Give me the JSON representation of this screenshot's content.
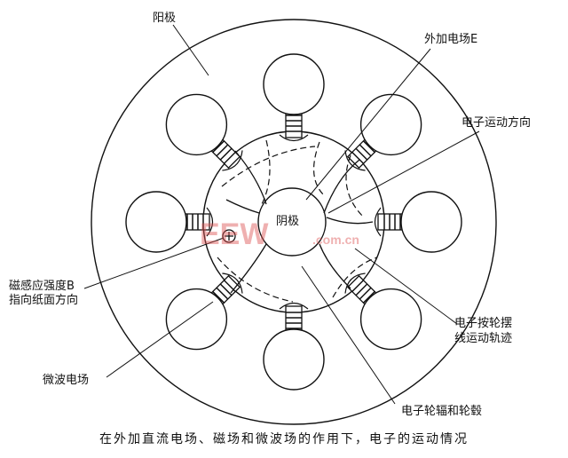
{
  "labels": {
    "anode": "阳极",
    "cathode": "阴极",
    "external_field": "外加电场E",
    "electron_direction": "电子运动方向",
    "magnetic_b_line1": "磁感应强度B",
    "magnetic_b_line2": "指向纸面方向",
    "microwave_field": "微波电场",
    "cycloid_line1": "电子按轮摆",
    "cycloid_line2": "线运动轨迹",
    "spokes_hub": "电子轮辐和轮毂"
  },
  "caption": "在外加直流电场、磁场和微波场的作用下，电子的运动情况",
  "watermark": {
    "main": "EEW",
    "sub": ".com.cn"
  },
  "colors": {
    "line": "#111111",
    "watermark": "#dc5050"
  }
}
